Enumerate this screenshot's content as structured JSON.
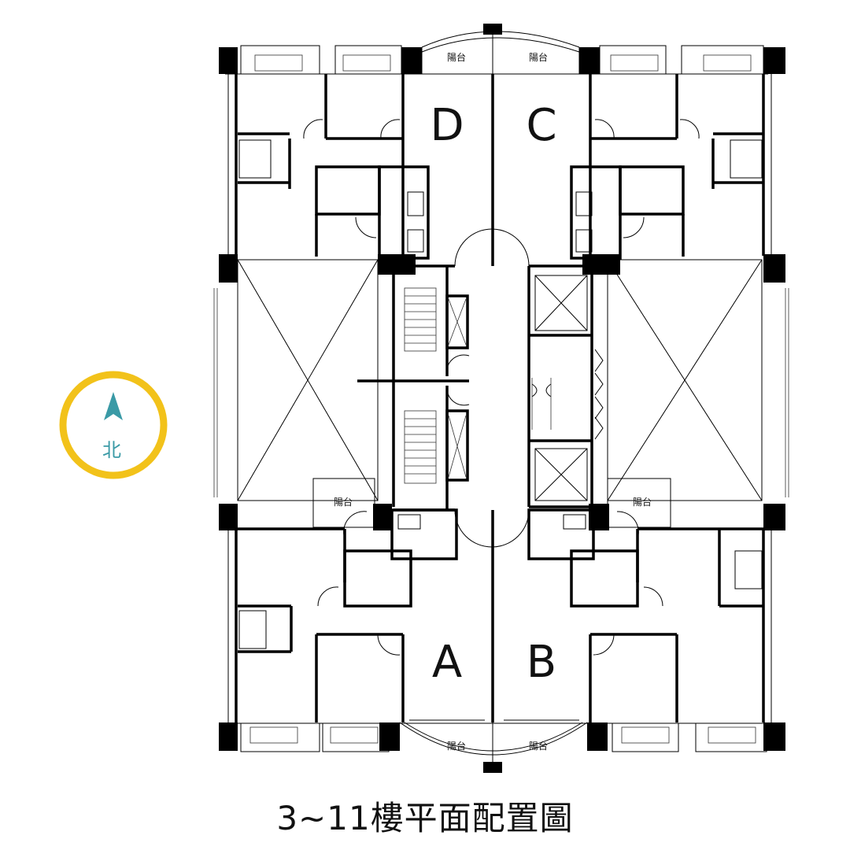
{
  "caption": "3~11樓平面配置圖",
  "compass": {
    "label": "北",
    "ring_color": "#f2c21a",
    "arrow_color": "#3a9aa6"
  },
  "units": [
    "A",
    "B",
    "C",
    "D"
  ],
  "balcony_label": "陽台",
  "colors": {
    "wall": "#000000",
    "background": "#ffffff"
  }
}
